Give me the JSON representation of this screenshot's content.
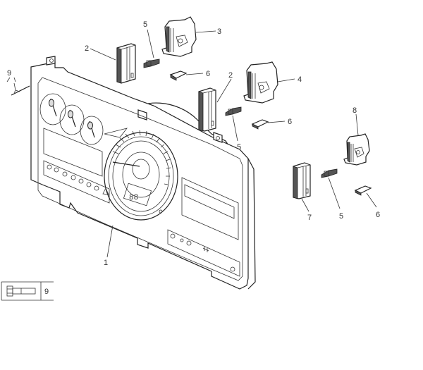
{
  "diagram": {
    "type": "exploded-parts-diagram",
    "subject": "instrument cluster assembly",
    "callouts": [
      {
        "id": "c1",
        "label": "1",
        "part": "instrument cluster"
      },
      {
        "id": "c2a",
        "label": "2",
        "part": "connector"
      },
      {
        "id": "c2b",
        "label": "2",
        "part": "connector"
      },
      {
        "id": "c3",
        "label": "3",
        "part": "connector housing"
      },
      {
        "id": "c4",
        "label": "4",
        "part": "connector housing"
      },
      {
        "id": "c5a",
        "label": "5",
        "part": "bulb"
      },
      {
        "id": "c5b",
        "label": "5",
        "part": "bulb"
      },
      {
        "id": "c5c",
        "label": "5",
        "part": "bulb"
      },
      {
        "id": "c6a",
        "label": "6",
        "part": "clip"
      },
      {
        "id": "c6b",
        "label": "6",
        "part": "clip"
      },
      {
        "id": "c6c",
        "label": "6",
        "part": "clip"
      },
      {
        "id": "c7",
        "label": "7",
        "part": "connector"
      },
      {
        "id": "c8",
        "label": "8",
        "part": "connector housing"
      },
      {
        "id": "c9",
        "label": "9",
        "part": "screw"
      }
    ],
    "legend": {
      "icon": "bolt-icon",
      "label": "9"
    }
  }
}
